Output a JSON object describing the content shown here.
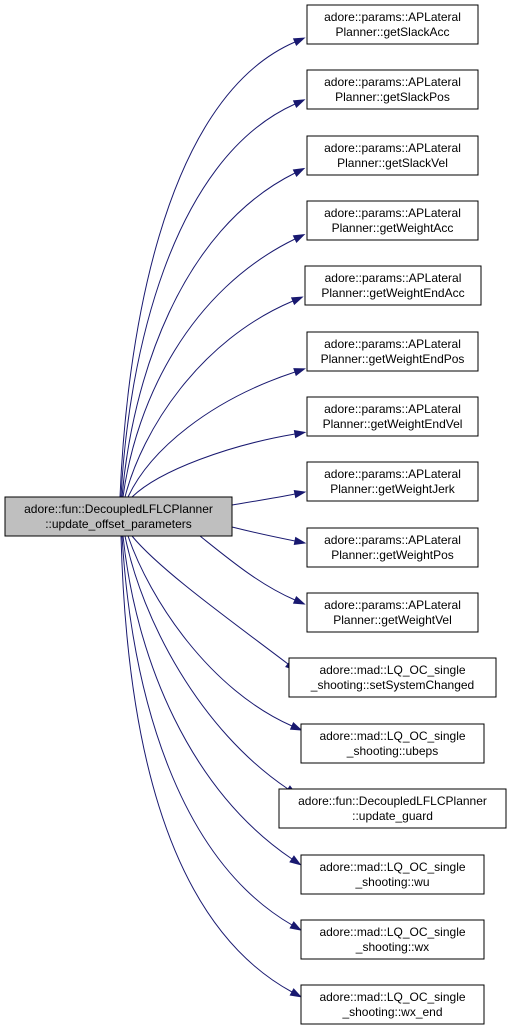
{
  "root": {
    "line1": "adore::fun::DecoupledLFLCPlanner",
    "line2": "::update_offset_parameters"
  },
  "callees": [
    {
      "line1": "adore::params::APLateral",
      "line2": "Planner::getSlackAcc"
    },
    {
      "line1": "adore::params::APLateral",
      "line2": "Planner::getSlackPos"
    },
    {
      "line1": "adore::params::APLateral",
      "line2": "Planner::getSlackVel"
    },
    {
      "line1": "adore::params::APLateral",
      "line2": "Planner::getWeightAcc"
    },
    {
      "line1": "adore::params::APLateral",
      "line2": "Planner::getWeightEndAcc"
    },
    {
      "line1": "adore::params::APLateral",
      "line2": "Planner::getWeightEndPos"
    },
    {
      "line1": "adore::params::APLateral",
      "line2": "Planner::getWeightEndVel"
    },
    {
      "line1": "adore::params::APLateral",
      "line2": "Planner::getWeightJerk"
    },
    {
      "line1": "adore::params::APLateral",
      "line2": "Planner::getWeightPos"
    },
    {
      "line1": "adore::params::APLateral",
      "line2": "Planner::getWeightVel"
    },
    {
      "line1": "adore::mad::LQ_OC_single",
      "line2": "_shooting::setSystemChanged"
    },
    {
      "line1": "adore::mad::LQ_OC_single",
      "line2": "_shooting::ubeps"
    },
    {
      "line1": "adore::fun::DecoupledLFLCPlanner",
      "line2": "::update_guard"
    },
    {
      "line1": "adore::mad::LQ_OC_single",
      "line2": "_shooting::wu"
    },
    {
      "line1": "adore::mad::LQ_OC_single",
      "line2": "_shooting::wx"
    },
    {
      "line1": "adore::mad::LQ_OC_single",
      "line2": "_shooting::wx_end"
    }
  ],
  "colors": {
    "edge": "#191970",
    "root_fill": "#bfbfbf",
    "node_fill": "#ffffff"
  }
}
